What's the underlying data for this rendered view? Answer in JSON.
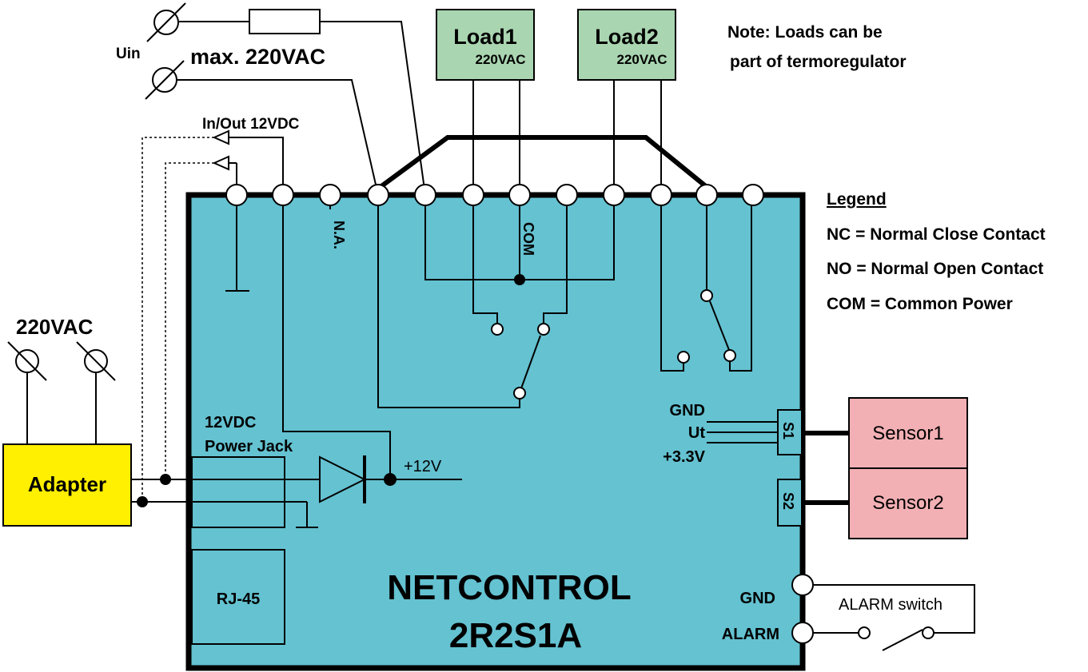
{
  "device": {
    "name_line1": "NETCONTROL",
    "name_line2": "2R2S1A",
    "body_color": "#64c2d1"
  },
  "inputs": {
    "uin_label": "Uin",
    "uin_max": "max. 220VAC",
    "io_label": "In/Out 12VDC",
    "na_label": "N.A.",
    "com_label": "COM"
  },
  "loads": [
    {
      "name": "Load1",
      "voltage": "220VAC"
    },
    {
      "name": "Load2",
      "voltage": "220VAC"
    }
  ],
  "load_color": "#a9d5b0",
  "note": {
    "line1": "Note: Loads can be",
    "line2": "part of termoregulator"
  },
  "legend": {
    "title": "Legend",
    "items": [
      "NC = Normal Close Contact",
      "NO = Normal Open Contact",
      "COM = Common Power"
    ]
  },
  "adapter": {
    "label": "Adapter",
    "input": "220VAC",
    "color": "#ffef00"
  },
  "power": {
    "jack_line1": "12VDC",
    "jack_line2": "Power Jack",
    "rail": "+12V"
  },
  "rj45": "RJ-45",
  "sensor_port": {
    "gnd": "GND",
    "ut": "Ut",
    "v33": "+3.3V",
    "s1": "S1",
    "s2": "S2"
  },
  "sensors": [
    {
      "label": "Sensor1"
    },
    {
      "label": "Sensor2"
    }
  ],
  "sensor_color": "#f2b0b4",
  "alarm": {
    "gnd": "GND",
    "alarm": "ALARM",
    "switch": "ALARM switch"
  }
}
